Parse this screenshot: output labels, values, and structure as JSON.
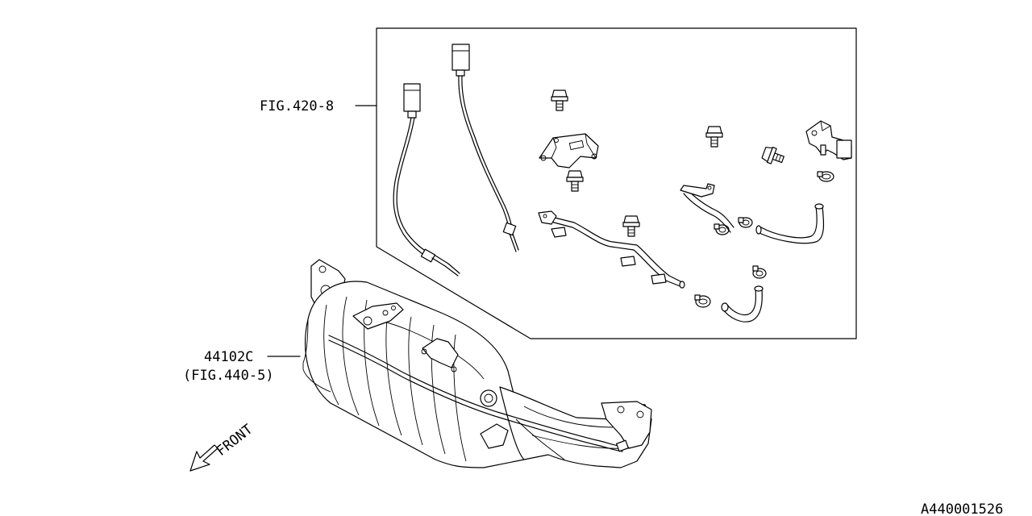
{
  "labels": {
    "fig_420": "FIG.420-8",
    "part_number": "44102C",
    "fig_440": "(FIG.440-5)",
    "front": "FRONT",
    "diagram_id": "A440001526"
  },
  "colors": {
    "line": "#000000",
    "background": "#ffffff"
  }
}
